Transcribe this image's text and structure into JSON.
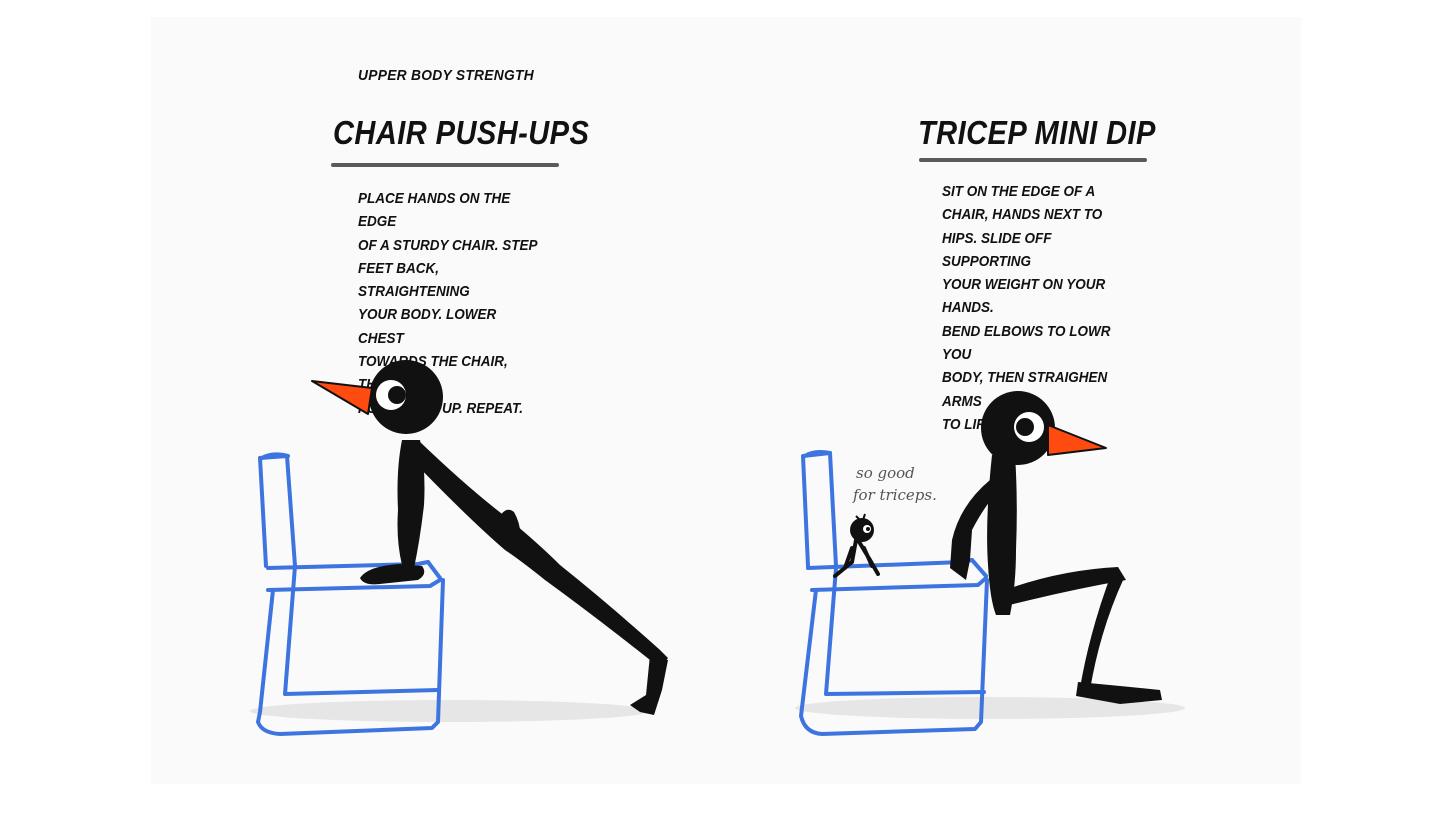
{
  "header": {
    "section_label": "UPPER BODY STRENGTH"
  },
  "exercises": [
    {
      "title": "CHAIR PUSH-UPS",
      "description": "PLACE HANDS ON THE EDGE\nOF A STURDY CHAIR. STEP\nFEET BACK, STRAIGHTENING\nYOUR BODY. LOWER CHEST\nTOWARDS THE CHAIR, THEN\nPUSH BACK UP. REPEAT."
    },
    {
      "title": "TRICEP MINI DIP",
      "description": "SIT ON THE EDGE OF A\nCHAIR, HANDS NEXT TO\nHIPS. SLIDE OFF SUPPORTING\nYOUR WEIGHT ON YOUR HANDS.\nBEND ELBOWS TO LOWR YOU\nBODY, THEN STRAIGHEN ARMS\nTO LIFT. REPEAT."
    }
  ],
  "speech": {
    "line1": "so good",
    "line2": "for triceps."
  },
  "colors": {
    "chair": "#3d74e0",
    "beak": "#ff4a10",
    "bird": "#111111",
    "shadow": "#e6e6e6",
    "underline": "#5a5a5a"
  }
}
